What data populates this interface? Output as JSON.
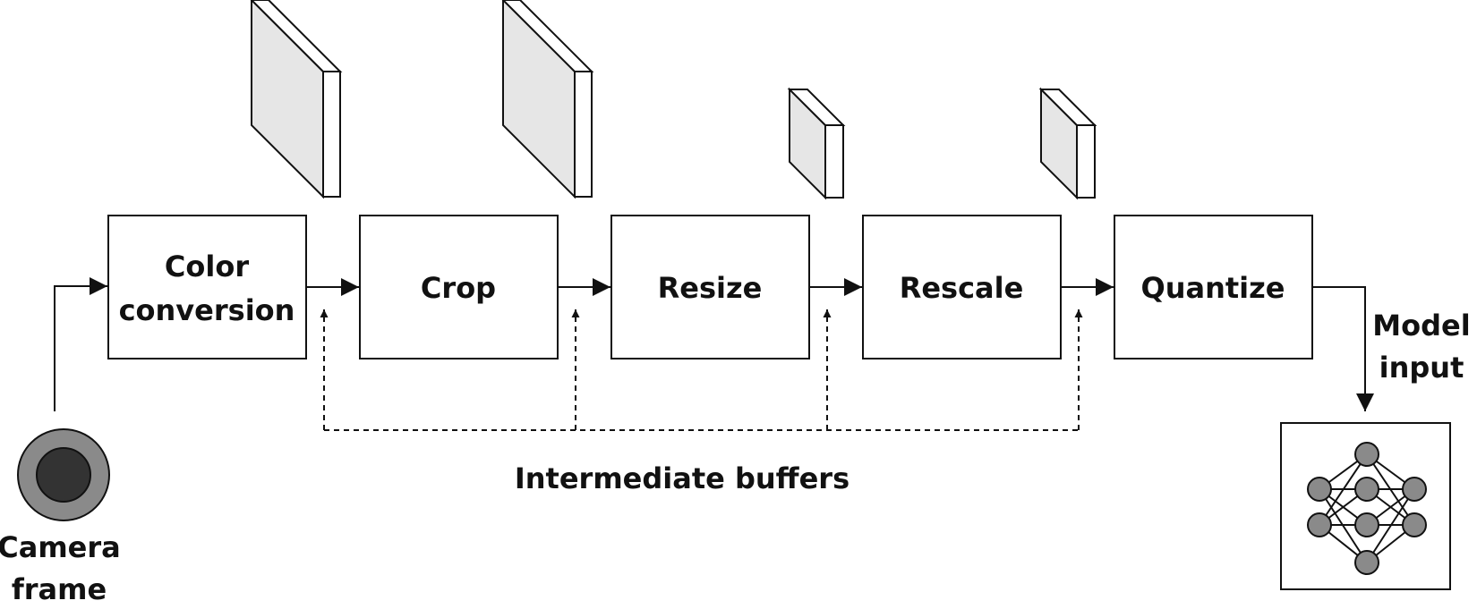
{
  "stages": [
    {
      "id": "color-conversion",
      "lines": [
        "Color",
        "conversion"
      ]
    },
    {
      "id": "crop",
      "lines": [
        "Crop"
      ]
    },
    {
      "id": "resize",
      "lines": [
        "Resize"
      ]
    },
    {
      "id": "rescale",
      "lines": [
        "Rescale"
      ]
    },
    {
      "id": "quantize",
      "lines": [
        "Quantize"
      ]
    }
  ],
  "camera": {
    "line1": "Camera",
    "line2": "frame"
  },
  "model": {
    "line1": "Model",
    "line2": "input"
  },
  "buffers_label": "Intermediate buffers",
  "colors": {
    "stroke": "#111111",
    "buffer_fill": "#e6e6e6",
    "camera_outer": "#8a8a8a",
    "camera_inner": "#333333",
    "neuron": "#8a8a8a"
  }
}
